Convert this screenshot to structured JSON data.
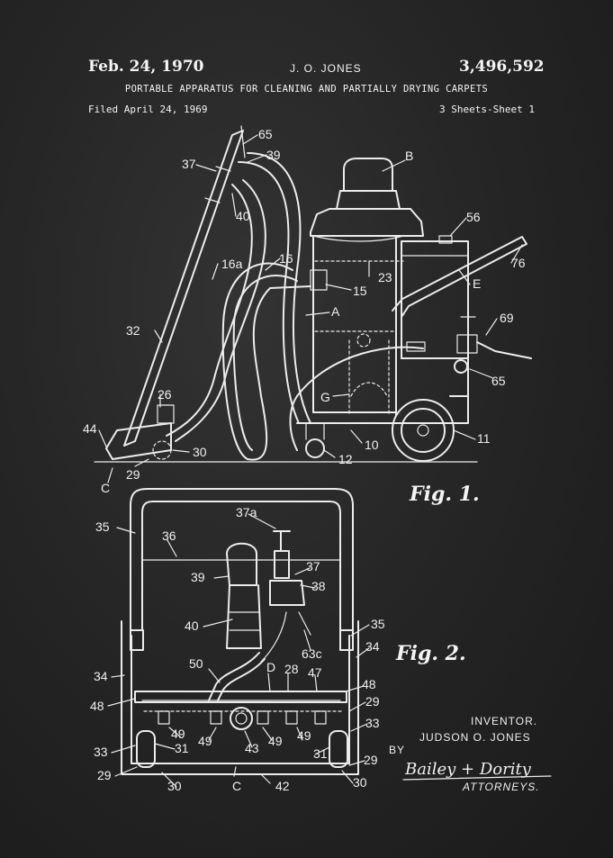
{
  "header": {
    "date": "Feb. 24, 1970",
    "inventor_name": "J. O. JONES",
    "patent_number": "3,496,592",
    "title": "PORTABLE APPARATUS FOR CLEANING AND PARTIALLY DRYING CARPETS",
    "filed": "Filed April 24, 1969",
    "sheets": "3 Sheets-Sheet 1"
  },
  "figures": {
    "fig1": "Fig. 1.",
    "fig2": "Fig. 2."
  },
  "fig1_labels": [
    "65",
    "39",
    "37",
    "40",
    "16a",
    "16",
    "32",
    "B",
    "56",
    "76",
    "23",
    "15",
    "A",
    "E",
    "69",
    "65",
    "G",
    "26",
    "44",
    "30",
    "29",
    "C",
    "10",
    "12",
    "11"
  ],
  "fig2_labels": [
    "35",
    "36",
    "37a",
    "39",
    "37",
    "38",
    "40",
    "63c",
    "35",
    "34",
    "34",
    "50",
    "D",
    "28",
    "47",
    "48",
    "48",
    "29",
    "49",
    "49",
    "49",
    "49",
    "33",
    "33",
    "31",
    "31",
    "43",
    "29",
    "30",
    "C",
    "42",
    "30",
    "29"
  ],
  "signature_block": {
    "inventor_heading": "INVENTOR.",
    "inventor": "JUDSON O. JONES",
    "by": "BY",
    "signature": "Bailey + Dority",
    "attorneys": "ATTORNEYS."
  },
  "colors": {
    "background": "#262626",
    "ink": "#ececec"
  }
}
